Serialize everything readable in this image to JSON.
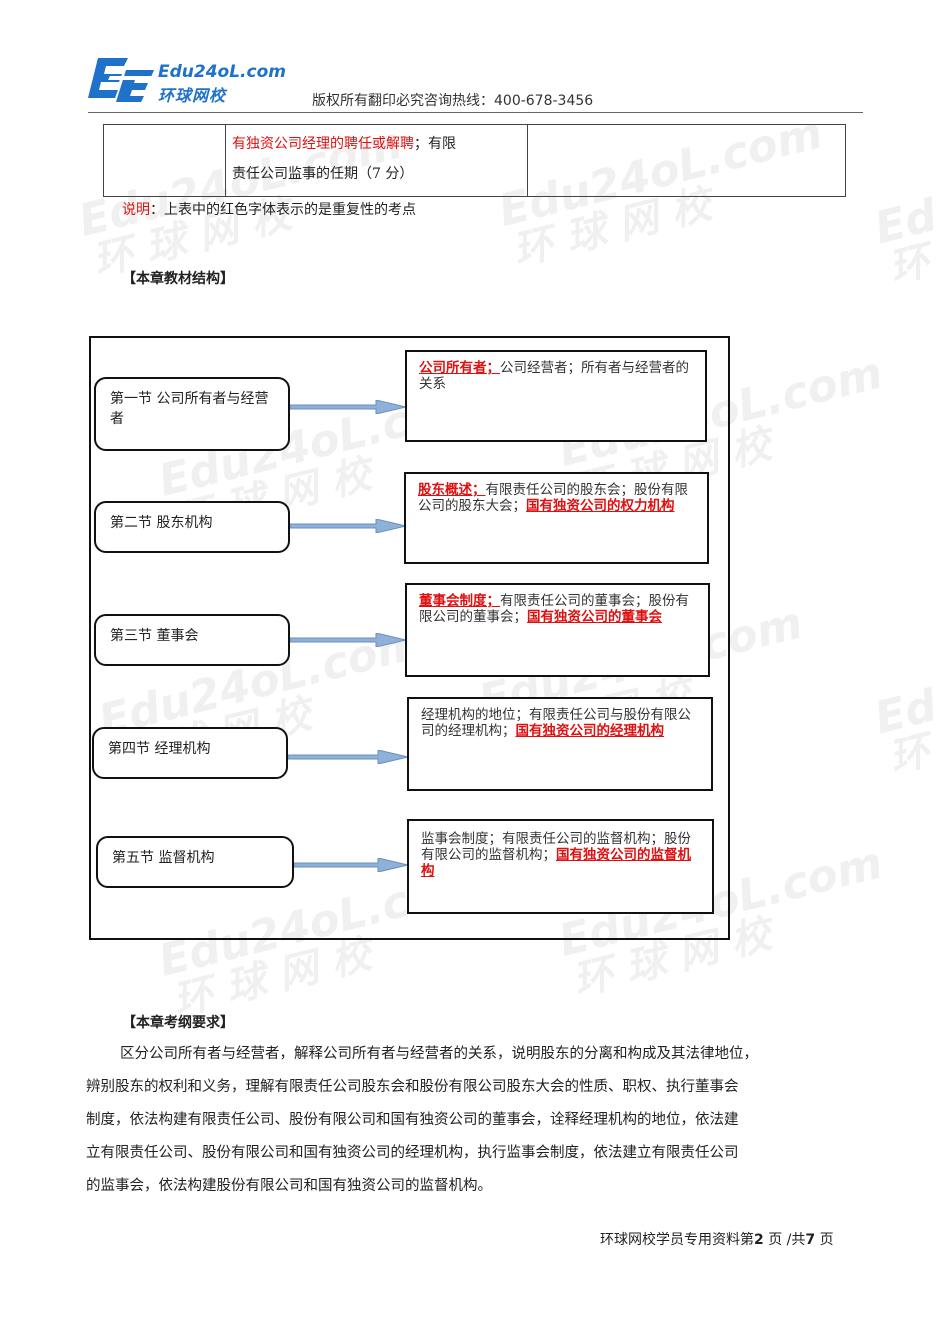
{
  "header": {
    "logo_en": "Edu24oL.com",
    "logo_cn": "环球网校",
    "hotline": "版权所有翻印必究咨询热线：400-678-3456"
  },
  "top_table": {
    "cell_red": "有独资公司经理的聘任或解聘",
    "cell_rest_1": "；有限",
    "cell_line_2": "责任公司监事的任期（7 分）"
  },
  "note": {
    "label": "说明",
    "text": "：上表中的红色字体表示的是重复性的考点"
  },
  "structure_title": "【本章教材结构】",
  "diagram": {
    "sections": [
      {
        "label": "第一节  公司所有者与经营者",
        "content_red": "公司所有者；",
        "content_text": "公司经营者；所有者与经营者的关系",
        "content_red_tail": ""
      },
      {
        "label": "第二节  股东机构",
        "content_red": "股东概述；",
        "content_text": "有限责任公司的股东会；股份有限公司的股东大会；",
        "content_red_tail": "国有独资公司的权力机构"
      },
      {
        "label": "第三节  董事会",
        "content_red": "董事会制度；",
        "content_text": "有限责任公司的董事会；股份有限公司的董事会；",
        "content_red_tail": "国有独资公司的董事会"
      },
      {
        "label": "第四节  经理机构",
        "content_red": "",
        "content_text": "经理机构的地位；有限责任公司与股份有限公司的经理机构；",
        "content_red_tail": "国有独资公司的经理机构"
      },
      {
        "label": "第五节  监督机构",
        "content_red": "",
        "content_text": "监事会制度；有限责任公司的监督机构；股份有限公司的监督机构；",
        "content_red_tail": "国有独资公司的监督机构"
      }
    ]
  },
  "syllabus_title": "【本章考纲要求】",
  "syllabus_lines": [
    "区分公司所有者与经营者，解释公司所有者与经营者的关系，说明股东的分离和构成及其法律地位，",
    "辨别股东的权利和义务，理解有限责任公司股东会和股份有限公司股东大会的性质、职权、执行董事会",
    "制度，依法构建有限责任公司、股份有限公司和国有独资公司的董事会，诠释经理机构的地位，依法建",
    "立有限责任公司、股份有限公司和国有独资公司的经理机构，执行监事会制度，依法建立有限责任公司",
    "的监事会，依法构建股份有限公司和国有独资公司的监督机构。"
  ],
  "footer": {
    "prefix": "环球网校学员专用资料第",
    "page": "2",
    "mid": "页 /共",
    "total": "7",
    "suffix": "页"
  },
  "colors": {
    "brand_blue": "#1f72c9",
    "red_highlight": "#e01010",
    "arrow_blue": "#8fb0d8"
  }
}
